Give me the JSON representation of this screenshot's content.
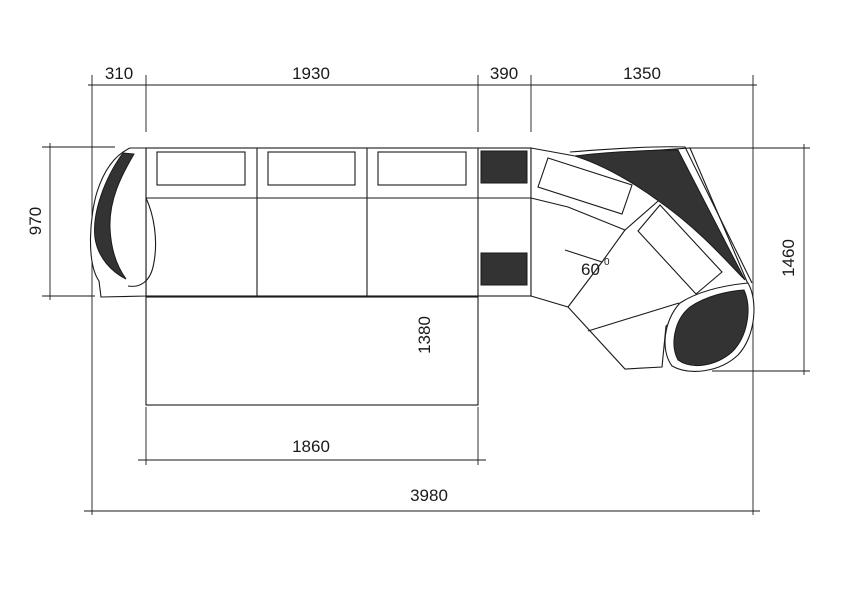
{
  "dimensions": {
    "top_310": "310",
    "top_1930": "1930",
    "top_390": "390",
    "top_1350": "1350",
    "left_970": "970",
    "right_1460": "1460",
    "inner_1380": "1380",
    "bottom_1860": "1860",
    "overall_3980": "3980"
  },
  "angle": {
    "value": "60",
    "unit": "0"
  }
}
